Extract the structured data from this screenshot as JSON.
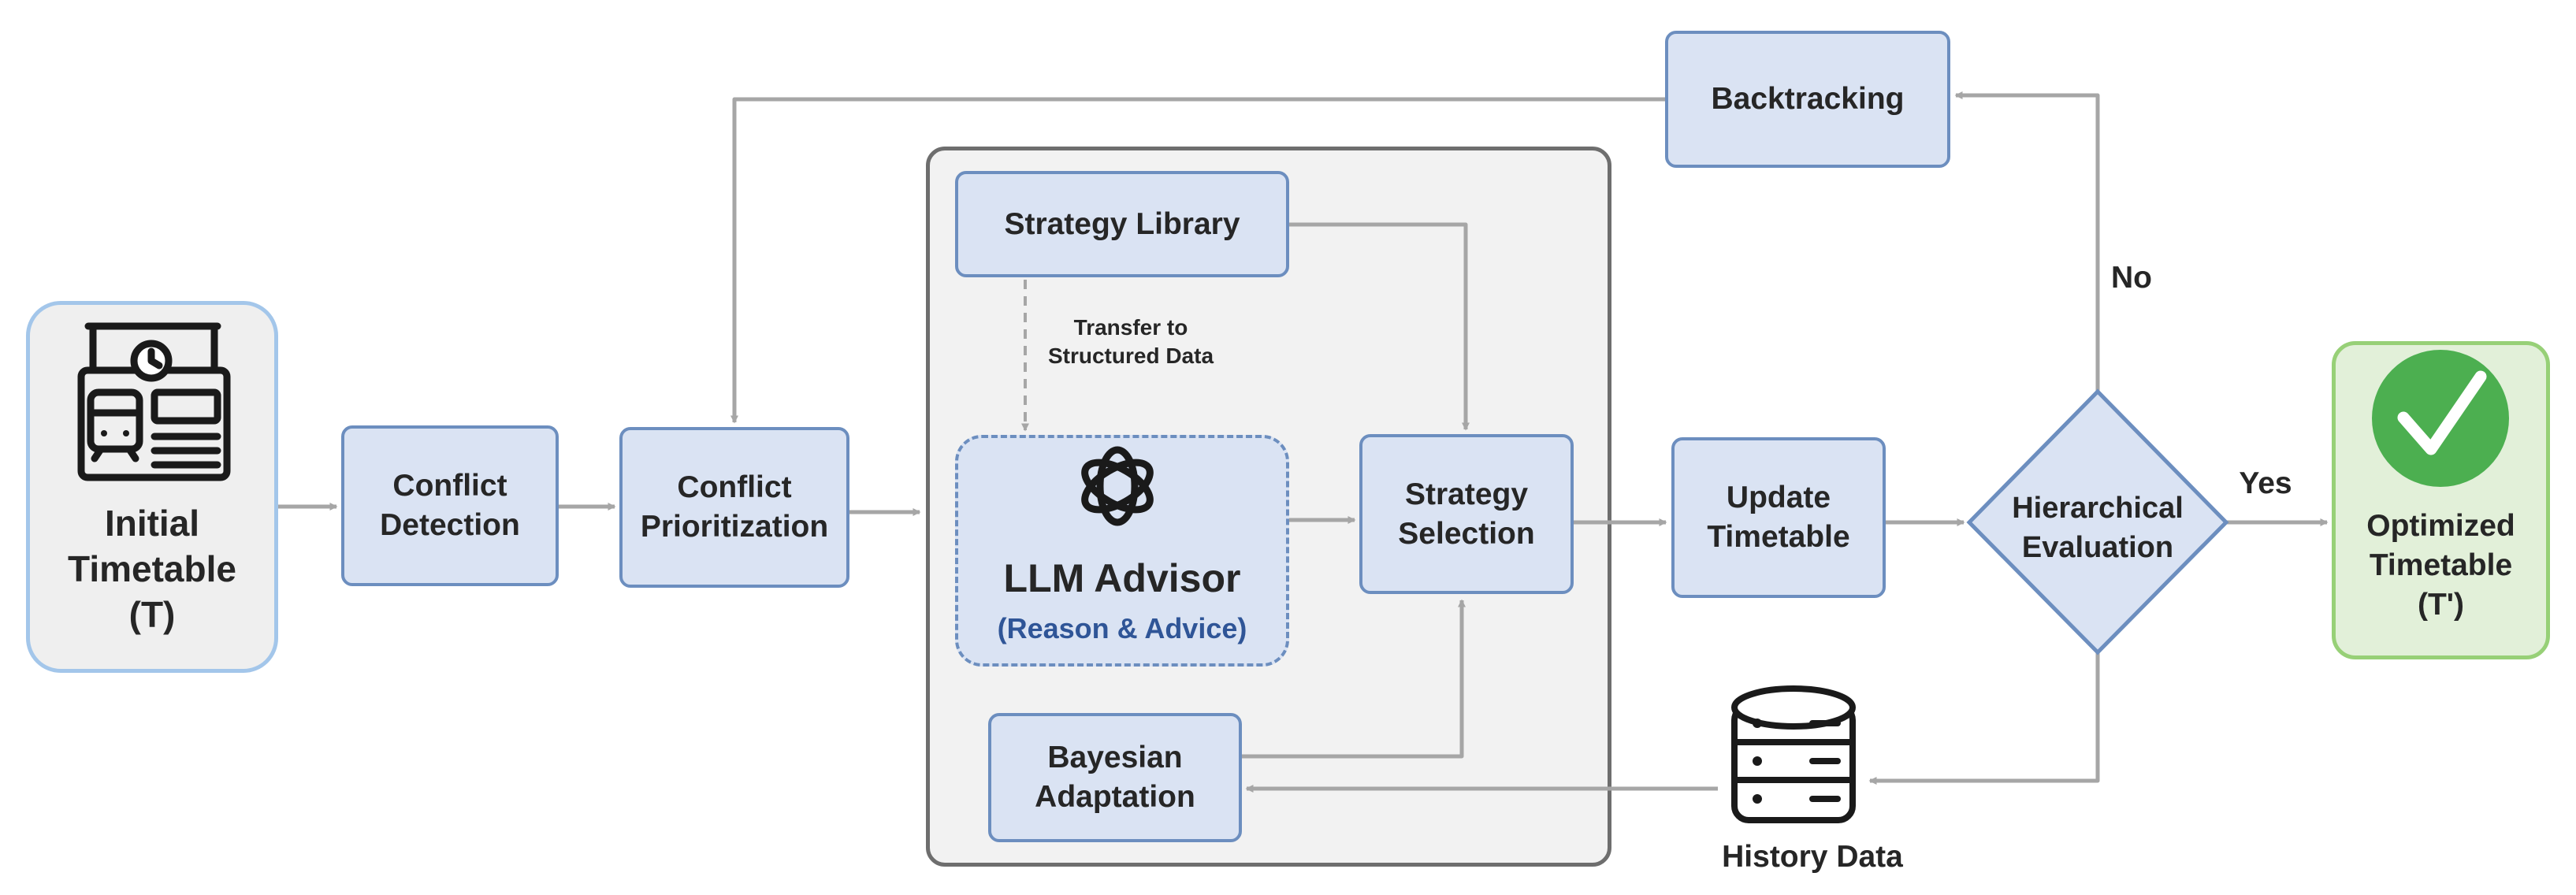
{
  "nodes": {
    "initial": {
      "lines": [
        "Initial",
        "Timetable",
        "(T)"
      ]
    },
    "detection": {
      "lines": [
        "Conflict",
        "Detection"
      ]
    },
    "prioritization": {
      "lines": [
        "Conflict",
        "Prioritization"
      ]
    },
    "library": {
      "label": "Strategy Library"
    },
    "advisor": {
      "title": "LLM Advisor",
      "subtitle": "(Reason & Advice)"
    },
    "selection": {
      "lines": [
        "Strategy",
        "Selection"
      ]
    },
    "bayesian": {
      "lines": [
        "Bayesian",
        "Adaptation"
      ]
    },
    "update": {
      "lines": [
        "Update",
        "Timetable"
      ]
    },
    "evaluation": {
      "lines": [
        "Hierarchical",
        "Evaluation"
      ]
    },
    "backtracking": {
      "label": "Backtracking"
    },
    "optimized": {
      "lines": [
        "Optimized",
        "Timetable",
        "(T')"
      ]
    },
    "history": {
      "label": "History Data"
    }
  },
  "edge_labels": {
    "transfer": [
      "Transfer to",
      "Structured Data"
    ],
    "no": "No",
    "yes": "Yes"
  },
  "icons": {
    "initial": "train-station-icon",
    "advisor": "openai-logo-icon",
    "optimized": "check-circle-icon",
    "history": "database-icon"
  },
  "colors": {
    "box_fill": "#dae3f3",
    "box_border": "#6c8ebf",
    "panel_fill": "#f2f2f2",
    "arrow": "#a6a6a6",
    "success": "#4caf50",
    "subtitle": "#2f5597"
  }
}
